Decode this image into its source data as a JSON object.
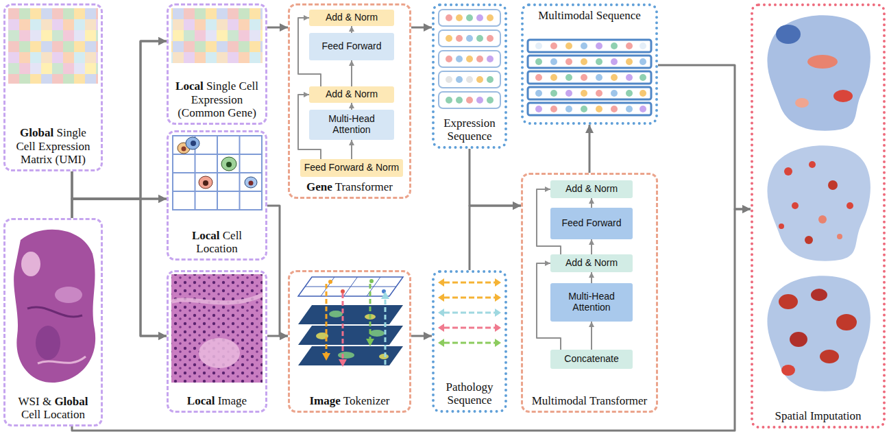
{
  "diagram": {
    "nodes": [
      {
        "text": [
          "Global Single Cell Expression Matrix (UMI)"
        ]
      },
      {
        "text": [
          "WSI & Global Cell Location"
        ]
      },
      {
        "text": [
          "Local Single Cell Expression (Common Gene)"
        ]
      },
      {
        "text": [
          "Local Cell Location"
        ]
      },
      {
        "text": [
          "Local Image"
        ]
      },
      {
        "text": [
          "Gene Transformer"
        ]
      },
      {
        "text": [
          "Add & Norm"
        ],
        "in": 5
      },
      {
        "text": [
          "Feed Forward"
        ],
        "in": 5
      },
      {
        "text": [
          "Add & Norm"
        ],
        "in": 5
      },
      {
        "text": [
          "Multi-Head Attention"
        ],
        "in": 5
      },
      {
        "text": [
          "Feed Forward & Norm"
        ],
        "in": 5
      },
      {
        "text": [
          "Image Tokenizer"
        ]
      },
      {
        "text": [
          "Expression Sequence"
        ]
      },
      {
        "text": [
          "Pathology Sequence"
        ]
      },
      {
        "text": [
          "Multimodal Sequence"
        ]
      },
      {
        "text": [
          "Multimodal Transformer"
        ]
      },
      {
        "text": [
          "Add & Norm"
        ],
        "in": 15
      },
      {
        "text": [
          "Feed Forward"
        ],
        "in": 15
      },
      {
        "text": [
          "Add & Norm"
        ],
        "in": 15
      },
      {
        "text": [
          "Multi-Head Attention"
        ],
        "in": 15
      },
      {
        "text": [
          "Concatenate"
        ],
        "in": 15
      },
      {
        "text": [
          "Spatial Imputation"
        ]
      }
    ],
    "edges": [
      {
        "from": 0,
        "to": 2,
        "arrow": "to"
      },
      {
        "from": 0,
        "to": 3,
        "arrow": "to"
      },
      {
        "from": 0,
        "to": 4,
        "arrow": "to"
      },
      {
        "from": 1,
        "to": 2,
        "arrow": "to"
      },
      {
        "from": 1,
        "to": 3,
        "arrow": "to"
      },
      {
        "from": 1,
        "to": 4,
        "arrow": "to"
      },
      {
        "from": 2,
        "to": 5,
        "arrow": "to"
      },
      {
        "from": 3,
        "to": 11,
        "arrow": "to"
      },
      {
        "from": 4,
        "to": 11,
        "arrow": "to"
      },
      {
        "from": 5,
        "to": 12,
        "arrow": "to"
      },
      {
        "from": 11,
        "to": 13,
        "arrow": "to"
      },
      {
        "from": 12,
        "to": 15,
        "arrow": "to"
      },
      {
        "from": 13,
        "to": 15,
        "arrow": "to"
      },
      {
        "from": 15,
        "to": 14,
        "arrow": "to"
      },
      {
        "from": 14,
        "to": 21,
        "arrow": "to"
      },
      {
        "from": 1,
        "to": 21,
        "arrow": "to"
      },
      {
        "from": 10,
        "to": 9,
        "arrow": "to"
      },
      {
        "from": 9,
        "to": 8,
        "arrow": "to"
      },
      {
        "from": 8,
        "to": 7,
        "arrow": "to"
      },
      {
        "from": 7,
        "to": 6,
        "arrow": "to"
      },
      {
        "from": 10,
        "to": 8,
        "arrow": "to"
      },
      {
        "from": 8,
        "to": 6,
        "arrow": "to"
      },
      {
        "from": 20,
        "to": 19,
        "arrow": "to"
      },
      {
        "from": 19,
        "to": 18,
        "arrow": "to"
      },
      {
        "from": 18,
        "to": 17,
        "arrow": "to"
      },
      {
        "from": 17,
        "to": 16,
        "arrow": "to"
      },
      {
        "from": 20,
        "to": 18,
        "arrow": "to"
      },
      {
        "from": 18,
        "to": 16,
        "arrow": "to"
      }
    ]
  }
}
